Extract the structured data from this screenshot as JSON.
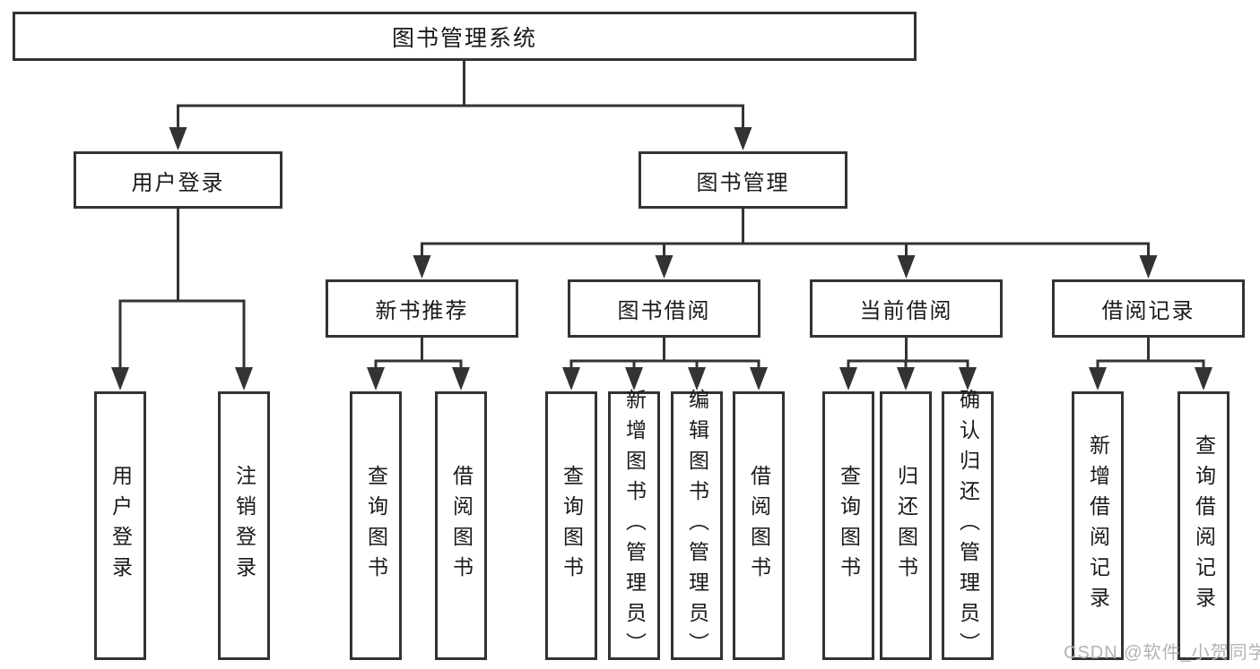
{
  "tree": {
    "root": {
      "label": "图书管理系统"
    },
    "children": [
      {
        "label": "用户登录",
        "children": [
          {
            "label": "用户登录"
          },
          {
            "label": "注销登录"
          }
        ]
      },
      {
        "label": "图书管理",
        "children": [
          {
            "label": "新书推荐",
            "children": [
              {
                "label": "查询图书"
              },
              {
                "label": "借阅图书"
              }
            ]
          },
          {
            "label": "图书借阅",
            "children": [
              {
                "label": "查询图书"
              },
              {
                "label": "新增图书（管理员）"
              },
              {
                "label": "编辑图书（管理员）"
              },
              {
                "label": "借阅图书"
              }
            ]
          },
          {
            "label": "当前借阅",
            "children": [
              {
                "label": "查询图书"
              },
              {
                "label": "归还图书"
              },
              {
                "label": "确认归还（管理员）"
              }
            ]
          },
          {
            "label": "借阅记录",
            "children": [
              {
                "label": "新增借阅记录"
              },
              {
                "label": "查询借阅记录"
              }
            ]
          }
        ]
      }
    ]
  },
  "watermark": "CSDN @软件_小贺同学",
  "colors": {
    "line": "#333333",
    "text": "#1a1a1a",
    "watermark": "#b3b3b3",
    "background": "#ffffff"
  }
}
